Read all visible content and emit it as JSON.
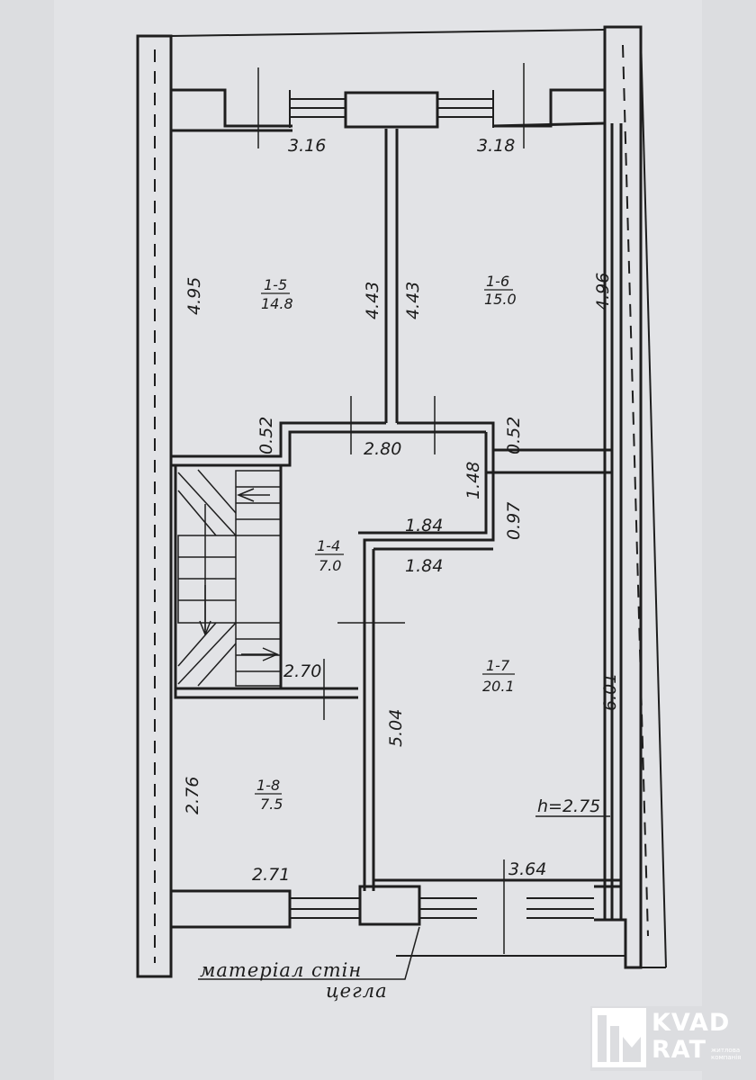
{
  "rooms": [
    {
      "id": "1-5",
      "area": "14.8"
    },
    {
      "id": "1-6",
      "area": "15.0"
    },
    {
      "id": "1-4",
      "area": "7.0"
    },
    {
      "id": "1-7",
      "area": "20.1"
    },
    {
      "id": "1-8",
      "area": "7.5"
    }
  ],
  "dimensions": {
    "r15_width": "3.16",
    "r16_width": "3.18",
    "r15_left": "4.95",
    "r15_right": "4.43",
    "r16_left": "4.43",
    "r16_right": "4.96",
    "hall_top_left": "0.52",
    "hall_width": "2.80",
    "hall_top_right": "0.52",
    "hall_right": "1.48",
    "hall_step": "0.97",
    "hall_step_width_a": "1.84",
    "hall_step_width_b": "1.84",
    "stair_width": "2.70",
    "r17_left": "5.04",
    "r17_right": "6.01",
    "r18_height": "2.76",
    "r18_width": "2.71",
    "r17_width": "3.64"
  },
  "ceiling_height": "h=2.75",
  "wall_note": {
    "line1": "матеріал стін",
    "line2": "цегла"
  },
  "logo": {
    "line1": "KVAD",
    "line2": "RAT",
    "sub1": "житлова",
    "sub2": "компанія"
  }
}
